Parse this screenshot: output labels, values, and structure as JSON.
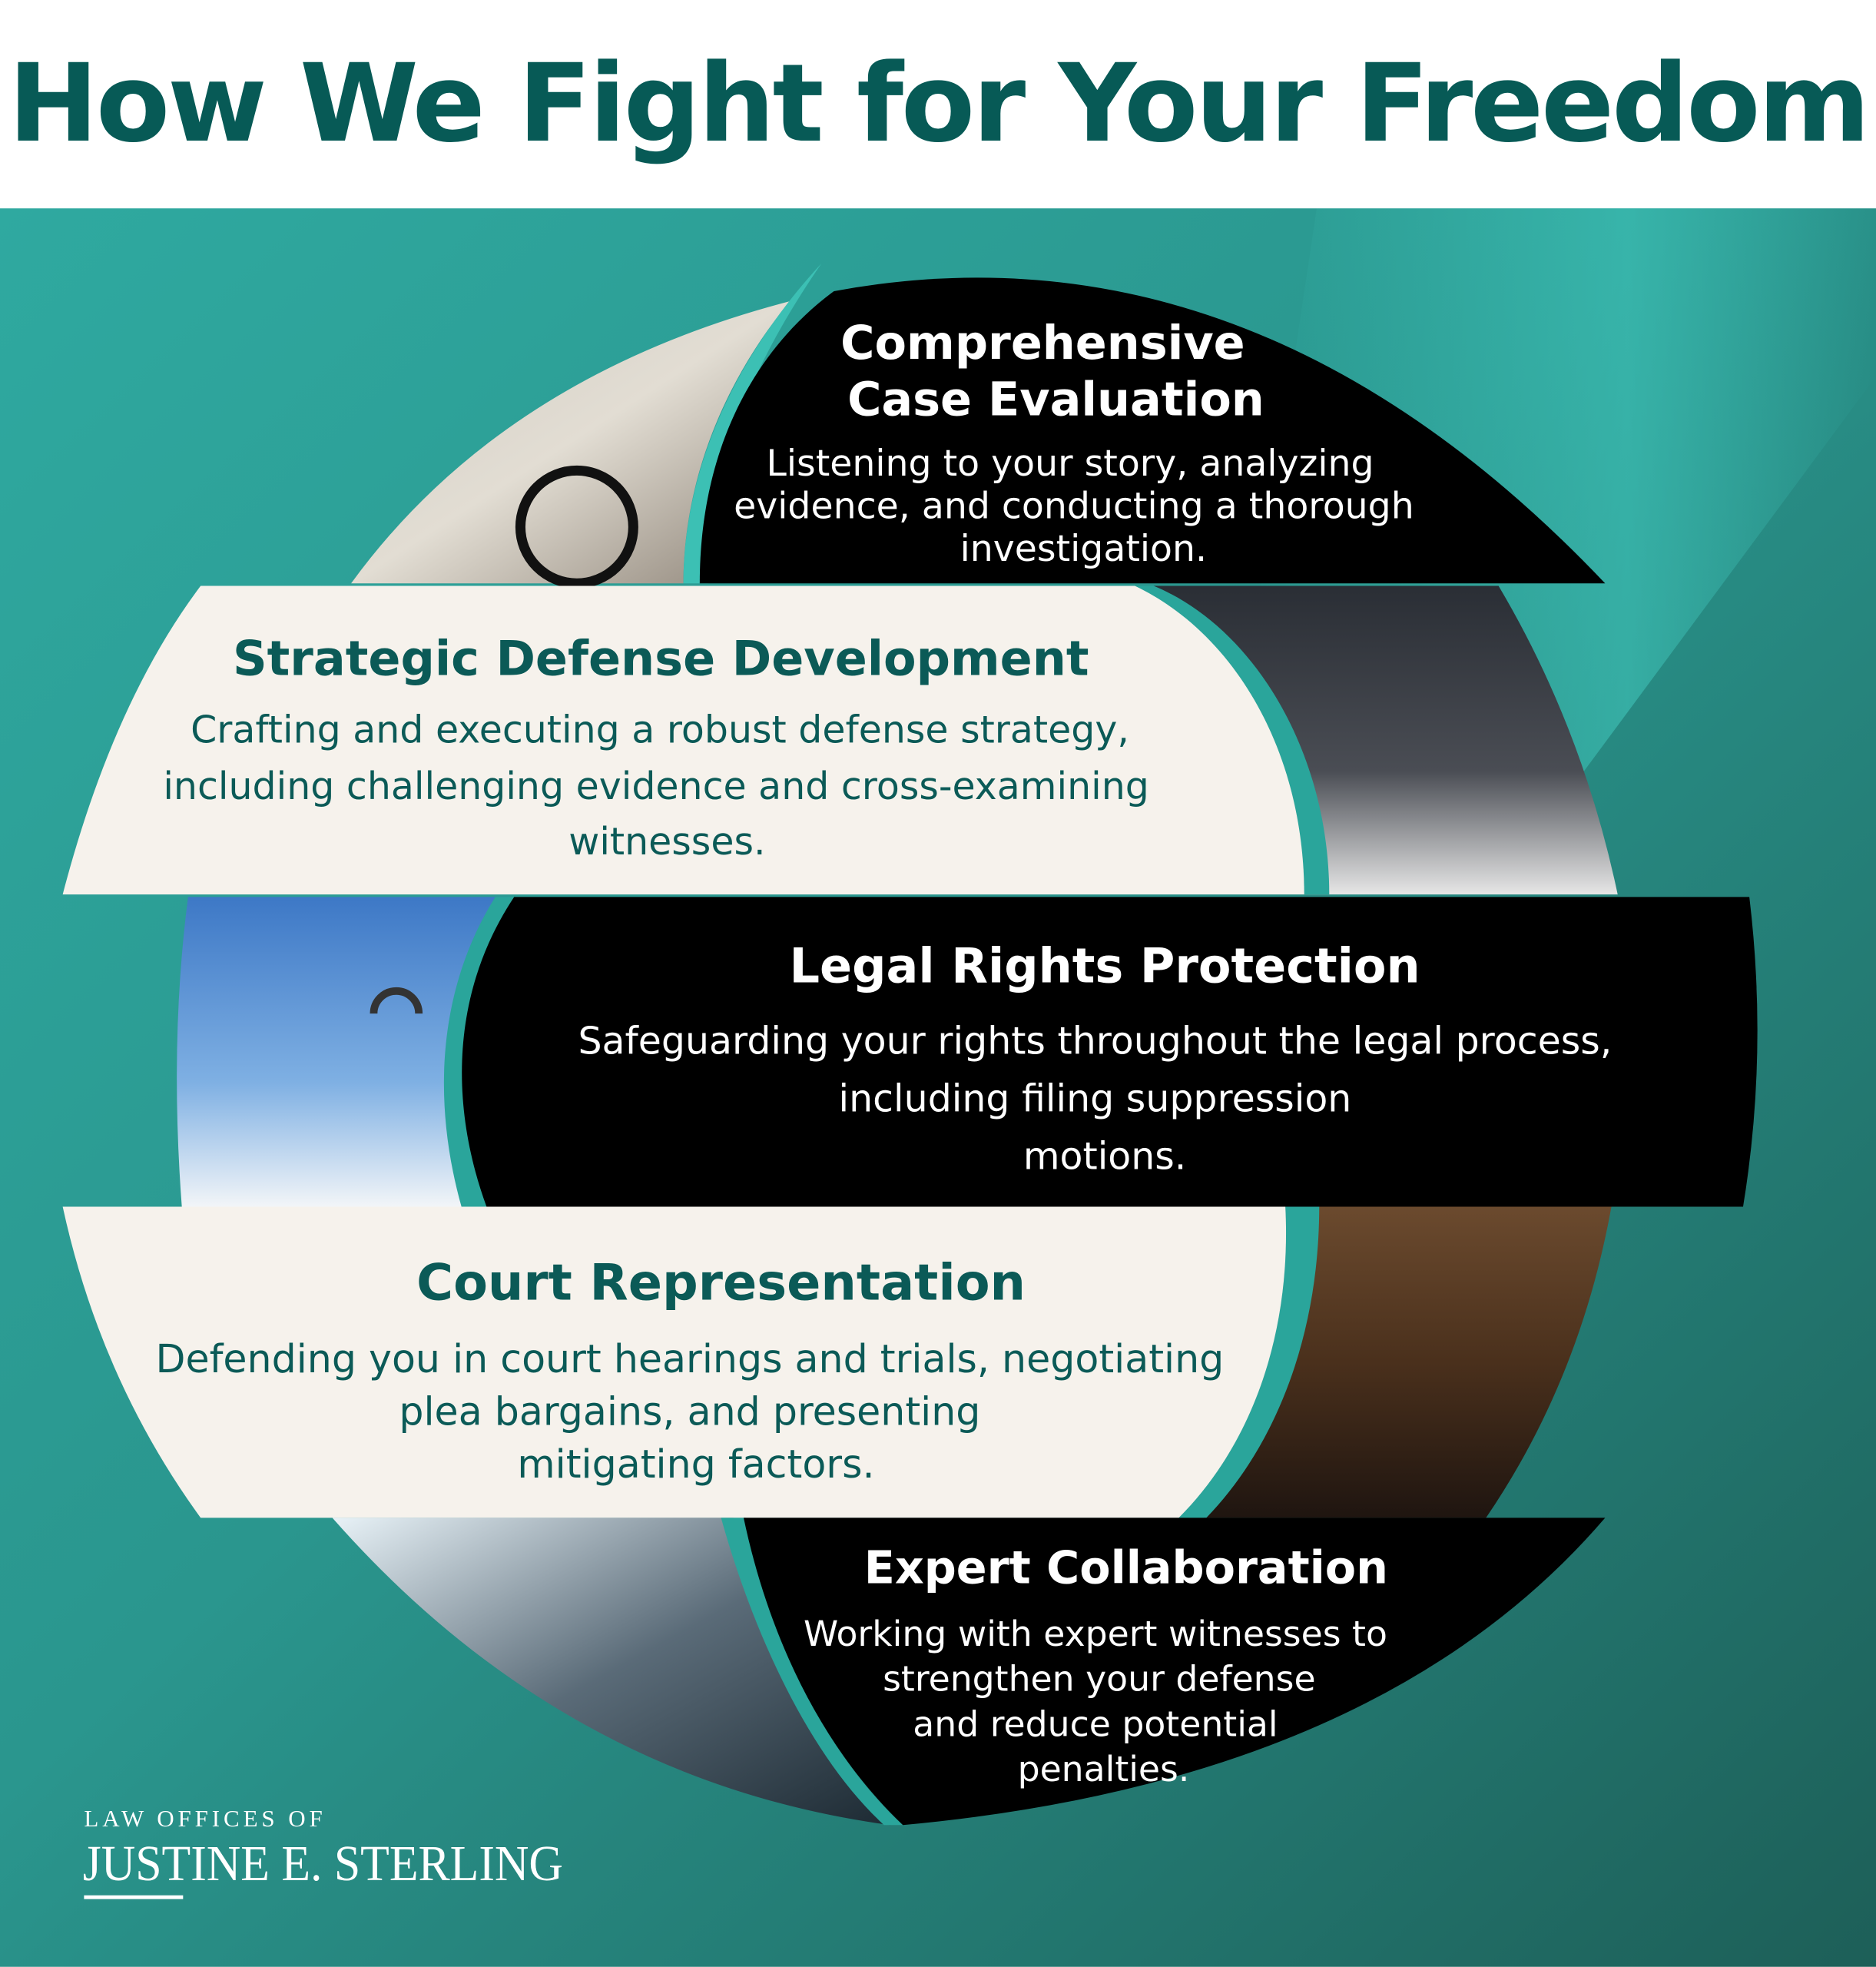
{
  "title": "How We Fight for Your Freedom",
  "colors": {
    "title": "#075a56",
    "teal_background": "#2a9f97",
    "black_panel": "#000000",
    "cream_panel": "#f6f2ec",
    "dark_teal_text": "#0b5a57"
  },
  "sections": [
    {
      "heading_lines": [
        "Comprehensive",
        "Case Evaluation"
      ],
      "body_lines": [
        "Listening to your story, analyzing",
        "evidence, and conducting a thorough",
        "investigation."
      ],
      "image": "stacked-files-magnifying-glass"
    },
    {
      "heading_lines": [
        "Strategic Defense Development"
      ],
      "body_lines": [
        "Crafting and executing a robust defense strategy,",
        "including challenging evidence and cross-examining",
        "witnesses."
      ],
      "image": "lawyers-at-laptop"
    },
    {
      "heading_lines": [
        "Legal Rights Protection"
      ],
      "body_lines": [
        "Safeguarding your rights throughout the legal process,",
        "including filing suppression",
        "motions."
      ],
      "image": "broken-handcuffs-sky"
    },
    {
      "heading_lines": [
        "Court Representation"
      ],
      "body_lines": [
        "Defending you in court hearings and trials, negotiating",
        "plea bargains, and presenting",
        "mitigating factors."
      ],
      "image": "courtroom"
    },
    {
      "heading_lines": [
        "Expert Collaboration"
      ],
      "body_lines": [
        "Working with expert witnesses to",
        "strengthen your defense",
        "and reduce potential",
        "penalties."
      ],
      "image": "colleagues-at-computer"
    }
  ],
  "logo": {
    "line1": "LAW OFFICES OF",
    "line2": "JUSTINE E. STERLING"
  }
}
